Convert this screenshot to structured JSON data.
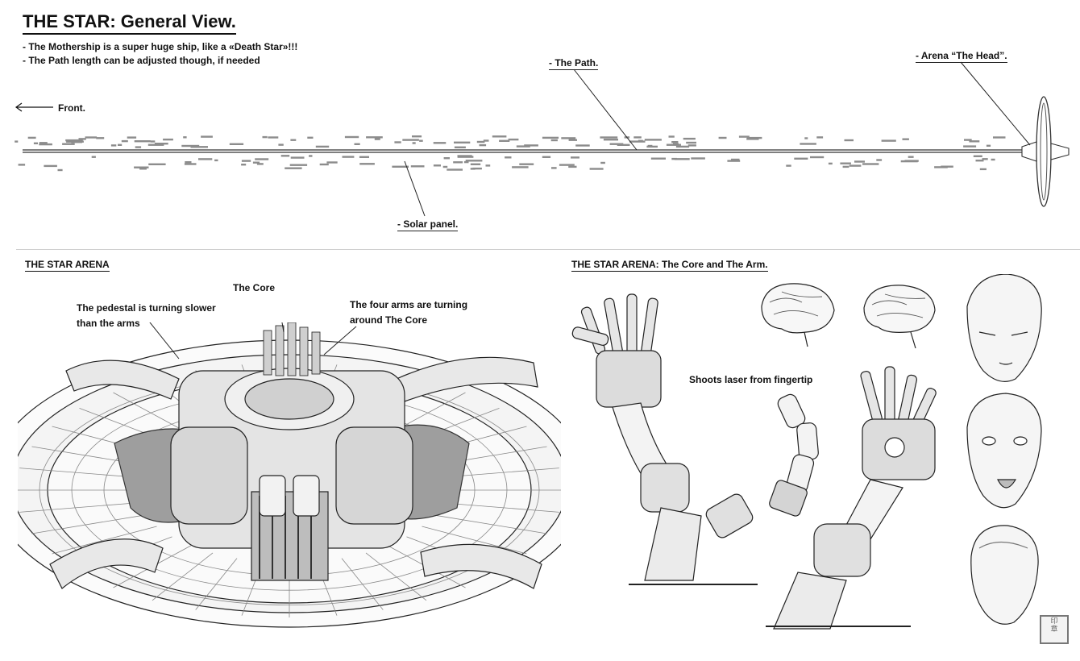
{
  "header": {
    "title": "THE STAR: General View.",
    "notes": [
      "- The Mothership is a super huge ship, like a «Death Star»!!!",
      "- The Path length can be adjusted though, if needed"
    ]
  },
  "overview": {
    "front_label": "Front.",
    "path_label": "- The Path.",
    "arena_head_label": "- Arena “The Head”.",
    "solar_label": "- Solar panel."
  },
  "arena_panel": {
    "section_title": "THE STAR ARENA",
    "core_label": "The Core",
    "pedestal_label_1": "The pedestal is turning slower",
    "pedestal_label_2": "than the arms",
    "arms_label_1": "The four arms are turning",
    "arms_label_2": "around The Core"
  },
  "core_arm_panel": {
    "section_title": "THE STAR ARENA: The Core and The Arm.",
    "laser_label": "Shoots laser from fingertip"
  },
  "colors": {
    "ink": "#111111",
    "shade": "#9a9a9a",
    "paper": "#ffffff"
  }
}
